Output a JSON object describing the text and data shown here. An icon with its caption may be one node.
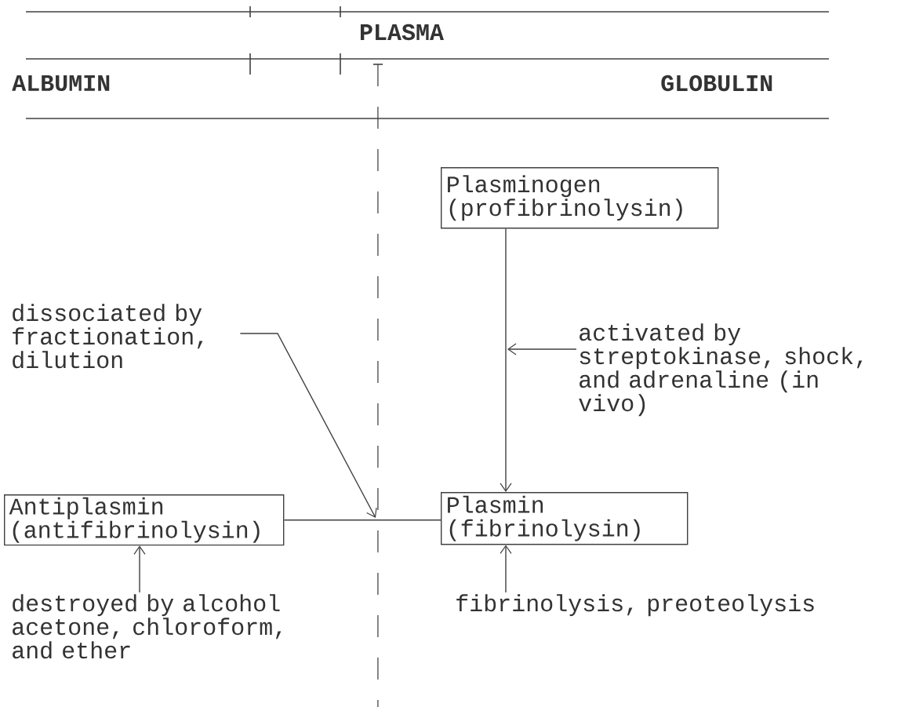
{
  "diagram": {
    "nodes": [
      {
        "text": [
          "Plasminogen (profibrinolysin)"
        ]
      },
      {
        "text": [
          "Plasmin (fibrinolysin)"
        ]
      },
      {
        "text": [
          "Antiplasmin (antifibrinolysin)"
        ]
      },
      {
        "text": [
          "activated by streptokinase, shock, and adrenaline (in vivo)"
        ]
      },
      {
        "text": [
          "dissociated by fractionation, dilution"
        ]
      },
      {
        "text": [
          "destroyed by alcohol acetone, chloroform, and ether"
        ]
      },
      {
        "text": [
          "fibrinolysis, preoteolysis"
        ]
      }
    ],
    "edges": [
      {
        "from": 0,
        "to": 1,
        "arrow": "to"
      },
      {
        "from": 2,
        "to": 1,
        "arrow": "none"
      },
      {
        "from": 3,
        "to": null,
        "arrow": "to"
      },
      {
        "from": 4,
        "to": null,
        "arrow": "to"
      },
      {
        "from": 5,
        "to": 2,
        "arrow": "to"
      },
      {
        "from": 6,
        "to": 1,
        "arrow": "to"
      }
    ],
    "labels": [
      "PLASMA",
      "ALBUMIN",
      "GLOBULIN"
    ]
  }
}
